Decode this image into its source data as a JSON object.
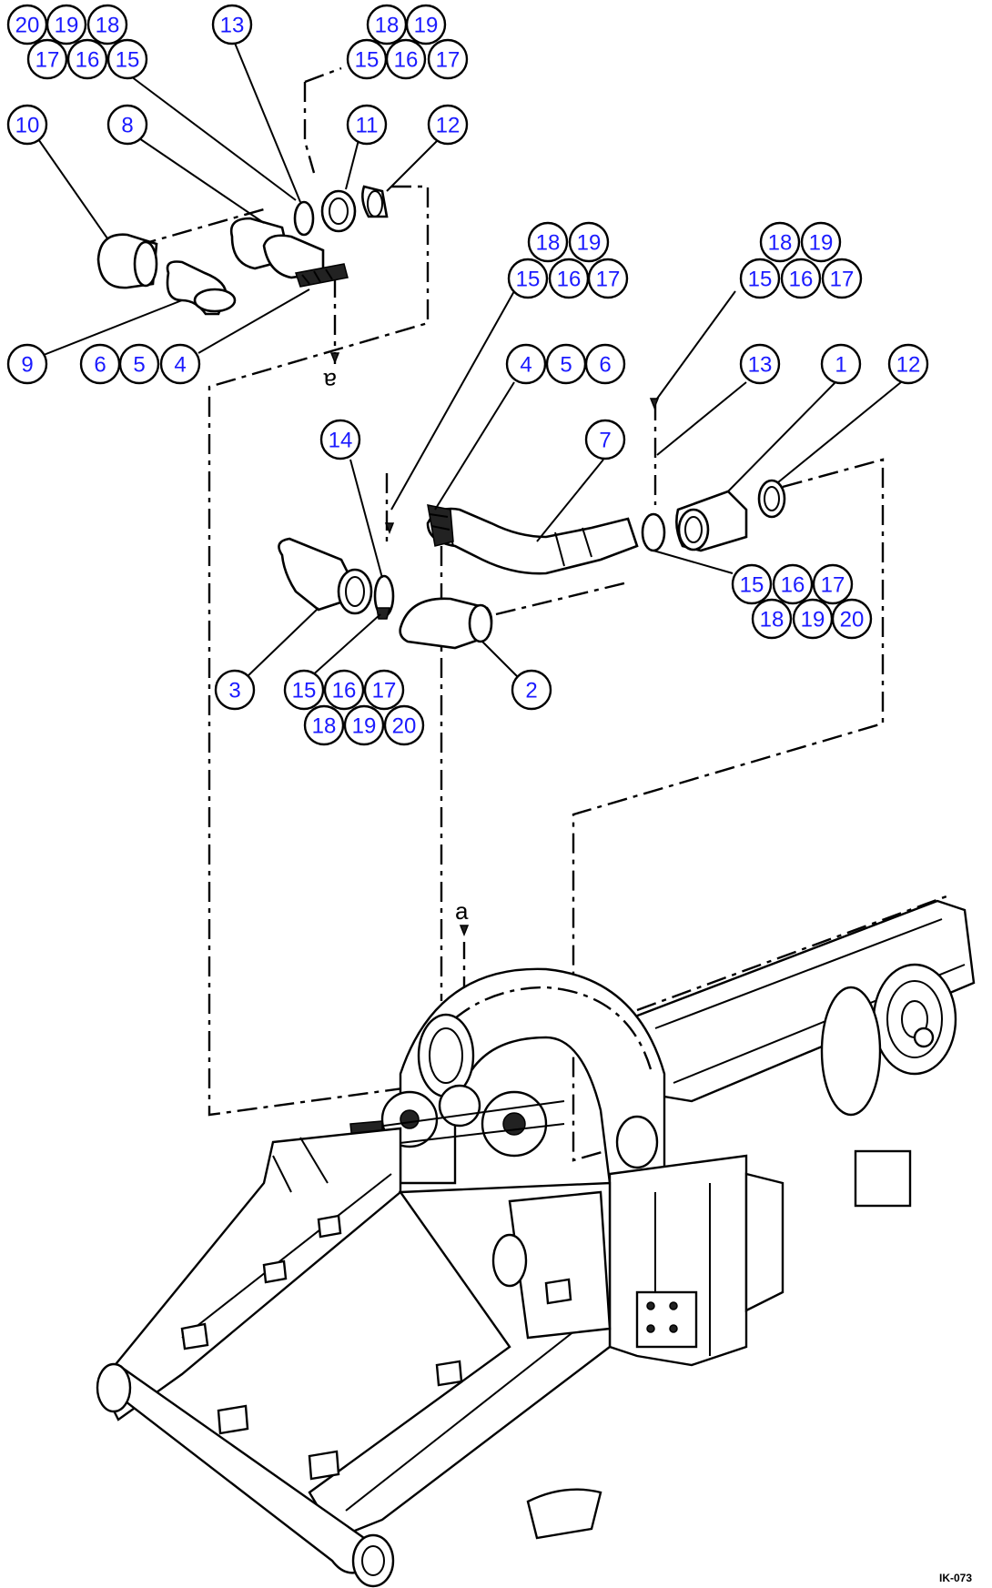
{
  "figure_ref": "IK-073",
  "view_labels": [
    "a",
    "a"
  ],
  "callouts": [
    {
      "id": "c-20a",
      "label": "20"
    },
    {
      "id": "c-19a",
      "label": "19"
    },
    {
      "id": "c-18a",
      "label": "18"
    },
    {
      "id": "c-17a",
      "label": "17"
    },
    {
      "id": "c-16a",
      "label": "16"
    },
    {
      "id": "c-15a",
      "label": "15"
    },
    {
      "id": "c-13a",
      "label": "13"
    },
    {
      "id": "c-18b",
      "label": "18"
    },
    {
      "id": "c-19b",
      "label": "19"
    },
    {
      "id": "c-15b",
      "label": "15"
    },
    {
      "id": "c-16b",
      "label": "16"
    },
    {
      "id": "c-17b",
      "label": "17"
    },
    {
      "id": "c-10",
      "label": "10"
    },
    {
      "id": "c-8",
      "label": "8"
    },
    {
      "id": "c-11",
      "label": "11"
    },
    {
      "id": "c-12a",
      "label": "12"
    },
    {
      "id": "c-9",
      "label": "9"
    },
    {
      "id": "c-6a",
      "label": "6"
    },
    {
      "id": "c-5a",
      "label": "5"
    },
    {
      "id": "c-4a",
      "label": "4"
    },
    {
      "id": "c-18c",
      "label": "18"
    },
    {
      "id": "c-19c",
      "label": "19"
    },
    {
      "id": "c-15c",
      "label": "15"
    },
    {
      "id": "c-16c",
      "label": "16"
    },
    {
      "id": "c-17c",
      "label": "17"
    },
    {
      "id": "c-18d",
      "label": "18"
    },
    {
      "id": "c-19d",
      "label": "19"
    },
    {
      "id": "c-15d",
      "label": "15"
    },
    {
      "id": "c-16d",
      "label": "16"
    },
    {
      "id": "c-17d",
      "label": "17"
    },
    {
      "id": "c-4b",
      "label": "4"
    },
    {
      "id": "c-5b",
      "label": "5"
    },
    {
      "id": "c-6b",
      "label": "6"
    },
    {
      "id": "c-13b",
      "label": "13"
    },
    {
      "id": "c-1",
      "label": "1"
    },
    {
      "id": "c-12b",
      "label": "12"
    },
    {
      "id": "c-14",
      "label": "14"
    },
    {
      "id": "c-7",
      "label": "7"
    },
    {
      "id": "c-15e",
      "label": "15"
    },
    {
      "id": "c-16e",
      "label": "16"
    },
    {
      "id": "c-17e",
      "label": "17"
    },
    {
      "id": "c-18e",
      "label": "18"
    },
    {
      "id": "c-19e",
      "label": "19"
    },
    {
      "id": "c-20e",
      "label": "20"
    },
    {
      "id": "c-3",
      "label": "3"
    },
    {
      "id": "c-2",
      "label": "2"
    },
    {
      "id": "c-15f",
      "label": "15"
    },
    {
      "id": "c-16f",
      "label": "16"
    },
    {
      "id": "c-17f",
      "label": "17"
    },
    {
      "id": "c-18f",
      "label": "18"
    },
    {
      "id": "c-19f",
      "label": "19"
    },
    {
      "id": "c-20f",
      "label": "20"
    }
  ]
}
